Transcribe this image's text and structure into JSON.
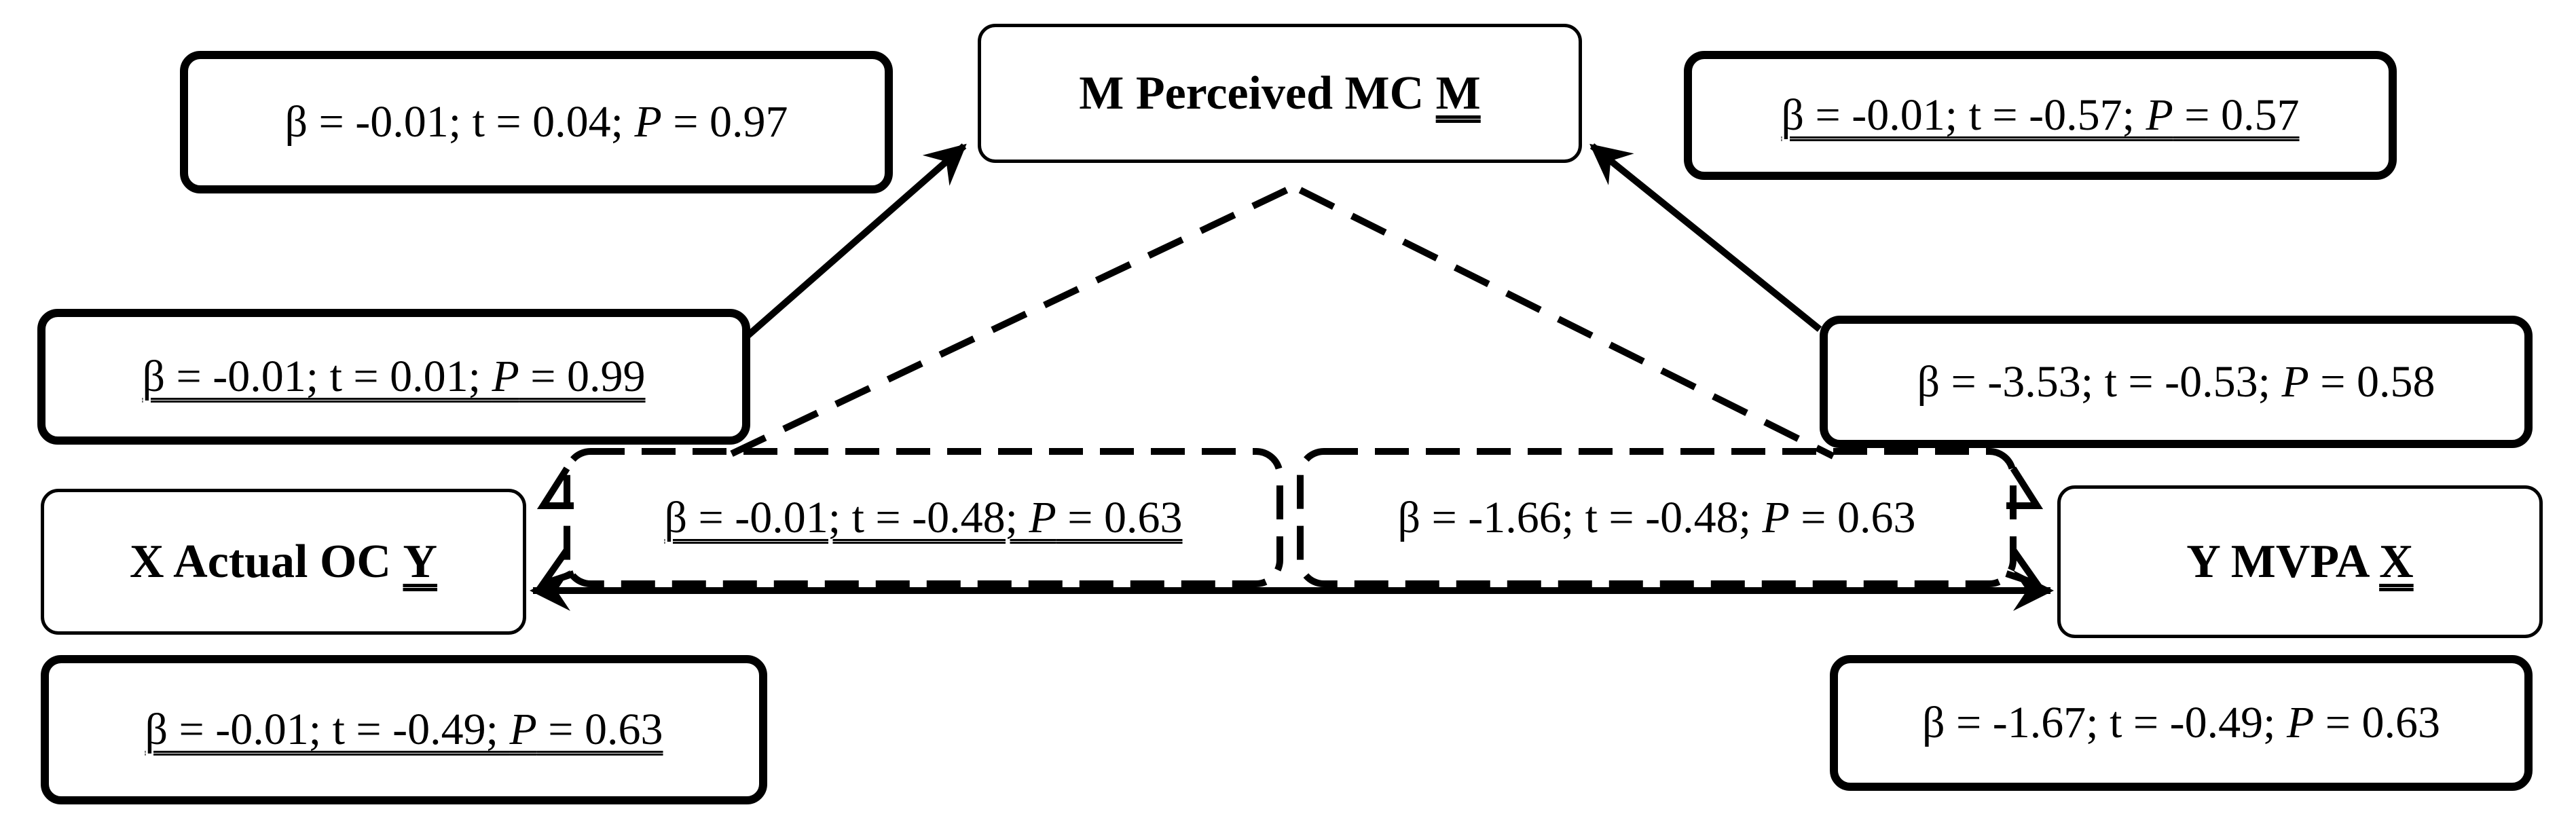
{
  "nodes": {
    "mediator": {
      "prefix": "M Perceived MC ",
      "suffix": "M"
    },
    "x": {
      "prefix": "X Actual OC ",
      "suffix": "Y"
    },
    "y": {
      "prefix": "Y MVPA ",
      "suffix": "X"
    }
  },
  "stats": {
    "top_left": {
      "beta": "β = -0.01; t = 0.04; ",
      "p_label": "P",
      "p_value": " = 0.97"
    },
    "top_right": {
      "beta": "β = -0.01; t = -0.57; ",
      "p_label": "P",
      "p_value": " = 0.57"
    },
    "mid_left": {
      "beta": "β = -0.01; t = 0.01; ",
      "p_label": "P",
      "p_value": " = 0.99"
    },
    "mid_right": {
      "beta": "β = -3.53; t = -0.53; ",
      "p_label": "P",
      "p_value": " = 0.58"
    },
    "center_left": {
      "beta": "β = -0.01; t = -0.48; ",
      "p_label": "P",
      "p_value": " = 0.63"
    },
    "center_right": {
      "beta": "β = -1.66; t = -0.48; ",
      "p_label": "P",
      "p_value": " = 0.63"
    },
    "bottom_left": {
      "beta": "β = -0.01; t = -0.49; ",
      "p_label": "P",
      "p_value": " = 0.63"
    },
    "bottom_right": {
      "beta": "β = -1.67; t = -0.49; ",
      "p_label": "P",
      "p_value": " = 0.63"
    }
  }
}
